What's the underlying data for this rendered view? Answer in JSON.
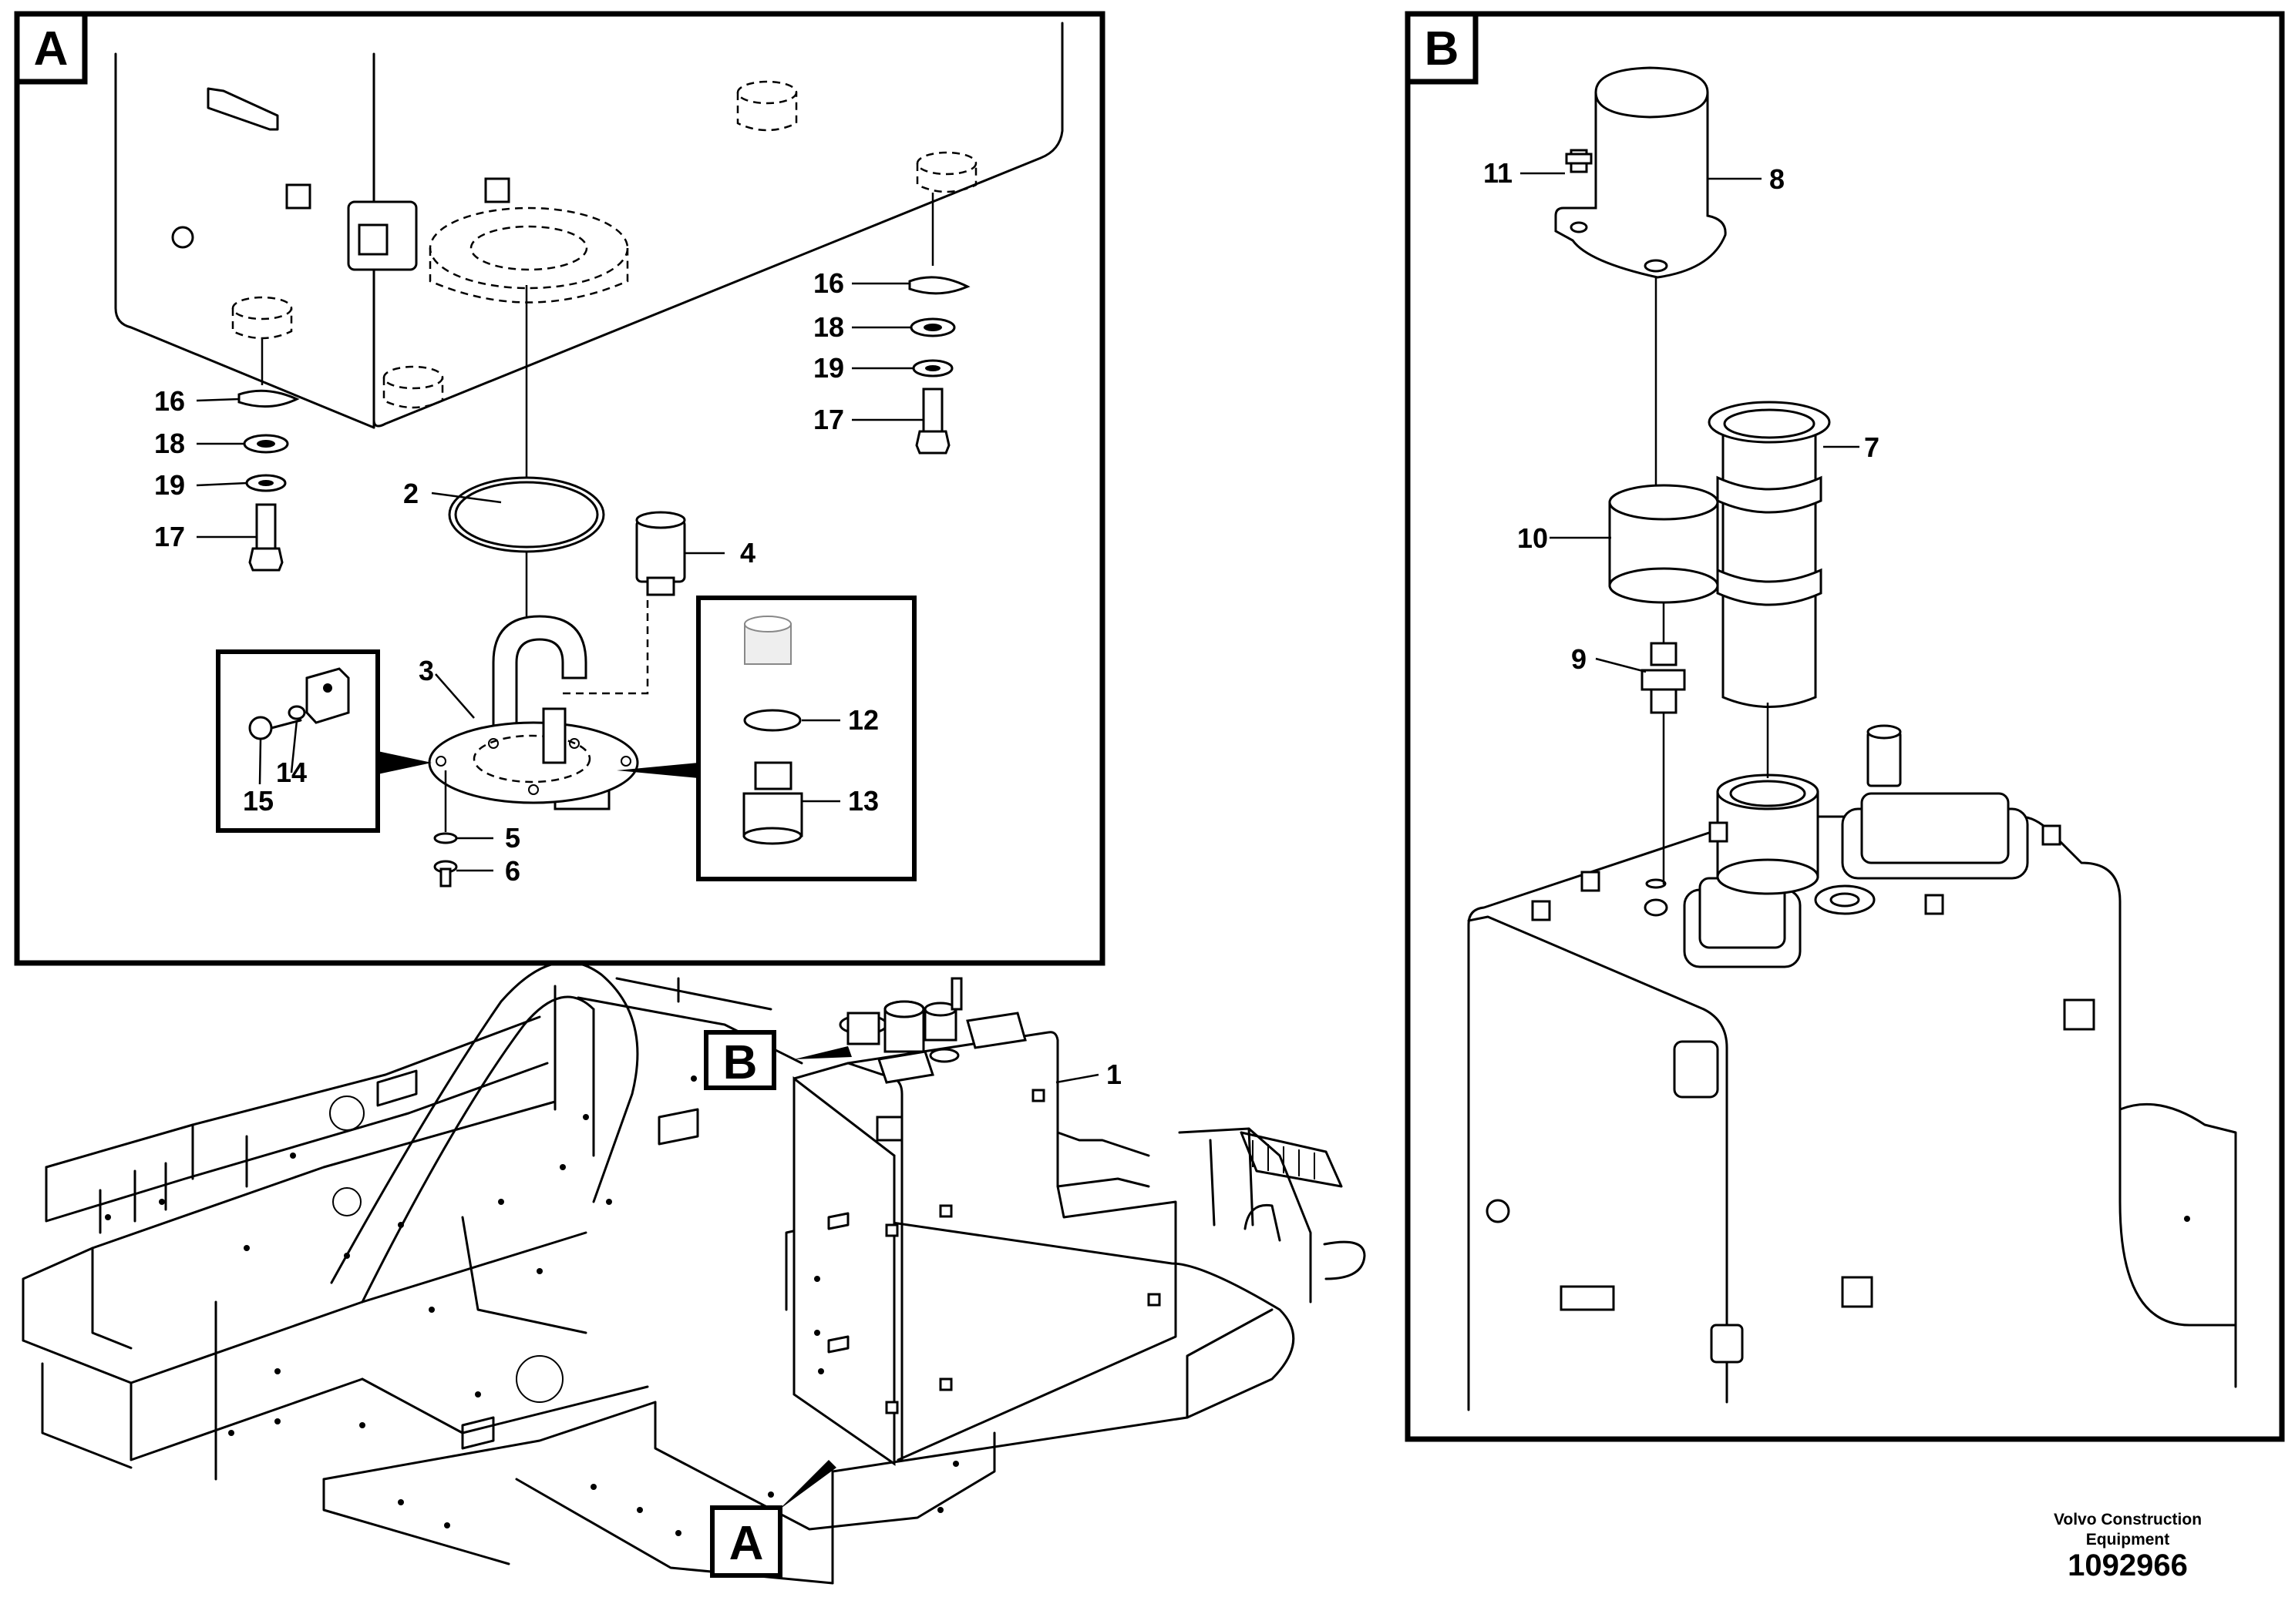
{
  "panels": {
    "a": {
      "label": "A"
    },
    "b": {
      "label": "B"
    }
  },
  "overview_markers": {
    "a": "A",
    "b": "B"
  },
  "callouts": {
    "p1": "1",
    "p2": "2",
    "p3": "3",
    "p4": "4",
    "p5": "5",
    "p6": "6",
    "p7": "7",
    "p8": "8",
    "p9": "9",
    "p10": "10",
    "p11": "11",
    "p12": "12",
    "p13": "13",
    "p14": "14",
    "p15": "15",
    "p16a": "16",
    "p17a": "17",
    "p18a": "18",
    "p19a": "19",
    "p16b": "16",
    "p17b": "17",
    "p18b": "18",
    "p19b": "19"
  },
  "footer": {
    "brand_line1": "Volvo Construction",
    "brand_line2": "Equipment",
    "drawing_number": "1092966"
  }
}
